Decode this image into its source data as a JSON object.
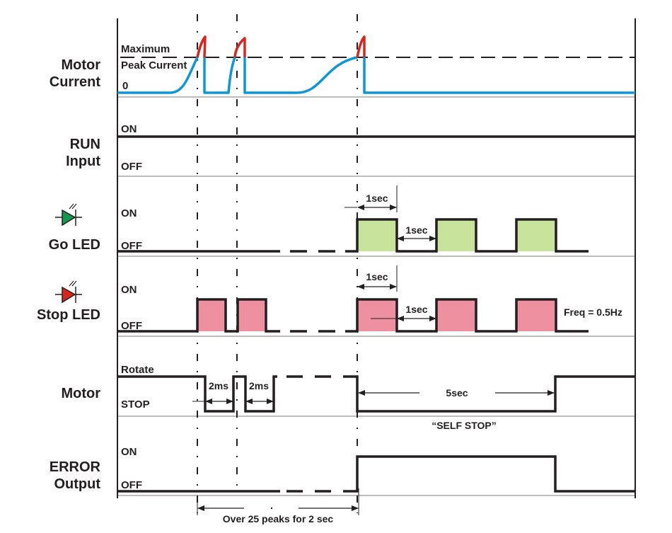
{
  "title": "Motor overcurrent self-stop timing diagram",
  "colors": {
    "current_normal": "#0d97d9",
    "current_over": "#d7261e",
    "go_led_fill": "#c8e39a",
    "stop_led_fill": "#ee909f",
    "go_led_icon": "#13994a",
    "stop_led_icon": "#d7261e",
    "signal": "#231f20",
    "row_divider": "#a7a7a7"
  },
  "rows": [
    {
      "id": "motor-current",
      "label_lines": [
        "Motor",
        "Current"
      ],
      "levels": [
        "Maximum",
        "Peak Current",
        "0"
      ]
    },
    {
      "id": "run-input",
      "label_lines": [
        "RUN",
        "Input"
      ],
      "levels": [
        "ON",
        "OFF"
      ]
    },
    {
      "id": "go-led",
      "label_lines": [
        "Go LED"
      ],
      "icon": "led-green-icon",
      "levels": [
        "ON",
        "OFF"
      ]
    },
    {
      "id": "stop-led",
      "label_lines": [
        "Stop LED"
      ],
      "icon": "led-red-icon",
      "levels": [
        "ON",
        "OFF"
      ]
    },
    {
      "id": "motor",
      "label_lines": [
        "Motor"
      ],
      "levels": [
        "Rotate",
        "STOP"
      ]
    },
    {
      "id": "error-output",
      "label_lines": [
        "ERROR",
        "Output"
      ],
      "levels": [
        "ON",
        "OFF"
      ]
    }
  ],
  "annotations": {
    "go_on_duration": "1sec",
    "go_off_duration": "1sec",
    "stop_on_duration": "1sec",
    "stop_off_duration": "1sec",
    "stop_freq": "Freq = 0.5Hz",
    "motor_stop_1": "2ms",
    "motor_stop_2": "2ms",
    "self_stop_duration": "5sec",
    "self_stop_label": "“SELF STOP”",
    "overcurrent_window": "Over 25 peaks for 2 sec"
  },
  "chart_data": {
    "type": "timing",
    "title": "",
    "signals": [
      {
        "name": "Motor Current",
        "events": [
          "ramp to peak, exceed maximum, cut to 0",
          "ramp to peak, exceed maximum, cut to 0",
          "slow ramp to peak, exceed maximum, cut to 0 and stays 0"
        ]
      },
      {
        "name": "RUN Input",
        "state": "ON throughout"
      },
      {
        "name": "Go LED",
        "pattern": "OFF until self stop, then blinks ON 1sec / OFF 1sec, 3 pulses"
      },
      {
        "name": "Stop LED",
        "pattern": "ON during each overcurrent cut, then blinks ON 1sec / OFF 1sec at 0.5Hz, 3 pulses"
      },
      {
        "name": "Motor",
        "pattern": "STOP 2ms after each overcurrent, then STOP for 5sec self stop, then Rotate"
      },
      {
        "name": "ERROR Output",
        "pattern": "ON for 5sec during self stop"
      }
    ],
    "condition": "Over 25 peaks for 2 sec",
    "blink_frequency_hz": 0.5,
    "blink_on_s": 1,
    "blink_off_s": 1,
    "motor_stop_ms": 2,
    "self_stop_s": 5
  }
}
